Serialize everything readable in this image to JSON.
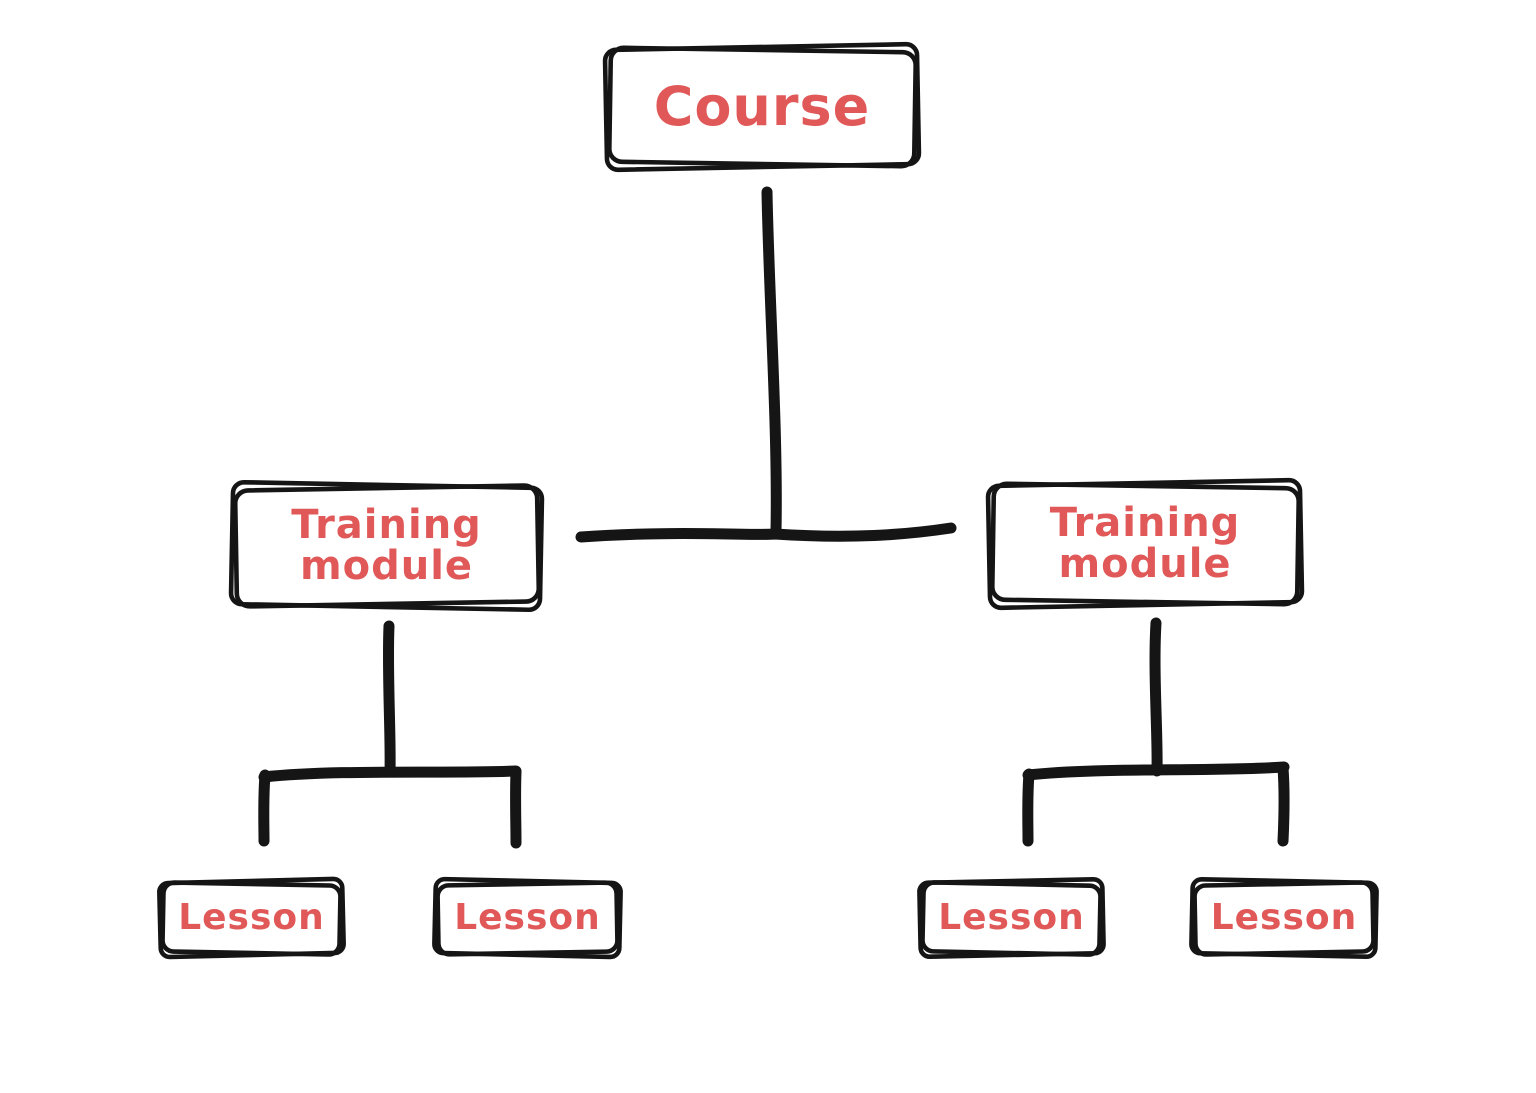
{
  "diagram": {
    "type": "hierarchy",
    "colors": {
      "stroke": "#151515",
      "label": "#e05858",
      "background": "#ffffff"
    },
    "nodes": {
      "course": {
        "label": "Course"
      },
      "module_left": {
        "label": "Training module"
      },
      "module_right": {
        "label": "Training module"
      },
      "lesson_1": {
        "label": "Lesson"
      },
      "lesson_2": {
        "label": "Lesson"
      },
      "lesson_3": {
        "label": "Lesson"
      },
      "lesson_4": {
        "label": "Lesson"
      }
    },
    "edges": [
      {
        "from": "course",
        "to": "module_left"
      },
      {
        "from": "course",
        "to": "module_right"
      },
      {
        "from": "module_left",
        "to": "lesson_1"
      },
      {
        "from": "module_left",
        "to": "lesson_2"
      },
      {
        "from": "module_right",
        "to": "lesson_3"
      },
      {
        "from": "module_right",
        "to": "lesson_4"
      }
    ]
  }
}
